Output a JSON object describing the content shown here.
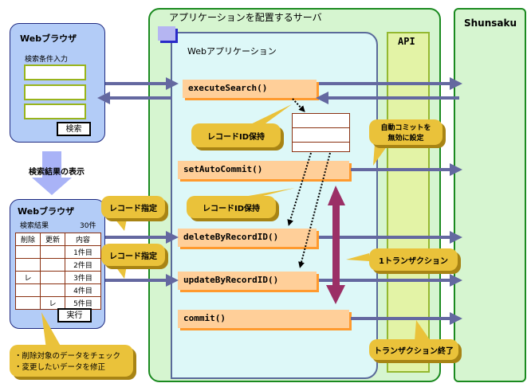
{
  "browser_search": {
    "title": "Webブラウザ",
    "input_label": "検索条件入力",
    "inputs": [
      "",
      "",
      ""
    ],
    "search_button": "検索"
  },
  "display_results_label": "検索結果の表示",
  "browser_results": {
    "title": "Webブラウザ",
    "results_label": "検索結果",
    "results_count": "30件",
    "columns": [
      "削除",
      "更新",
      "内容"
    ],
    "rows": [
      {
        "delete": "",
        "update": "",
        "content": "1件目"
      },
      {
        "delete": "",
        "update": "",
        "content": "2件目"
      },
      {
        "delete": "レ",
        "update": "",
        "content": "3件目"
      },
      {
        "delete": "",
        "update": "",
        "content": "4件目"
      },
      {
        "delete": "",
        "update": "レ",
        "content": "5件目"
      }
    ],
    "execute_button": "実行"
  },
  "note_callout": [
    "・削除対象のデータをチェック",
    "・変更したいデータを修正"
  ],
  "server": {
    "title": "アプリケーションを配置するサーバ",
    "webapp_title": "Webアプリケーション",
    "api_label": "API",
    "methods": [
      "executeSearch()",
      "setAutoCommit()",
      "deleteByRecordID()",
      "updateByRecordID()",
      "commit()"
    ]
  },
  "shunsaku_label": "Shunsaku",
  "callouts": {
    "record_id_hold_1": "レコードID保持",
    "record_id_hold_2": "レコードID保持",
    "record_specify_1": "レコード指定",
    "record_specify_2": "レコード指定",
    "autocommit_off": "自動コミットを\n無効に設定",
    "one_transaction": "1トランザクション",
    "transaction_end": "トランザクション終了"
  },
  "colors": {
    "arrow": "#6468a0",
    "transaction_arrow": "#9b2f66",
    "callout": "#eac23a",
    "method_box": "#ffcf99"
  }
}
